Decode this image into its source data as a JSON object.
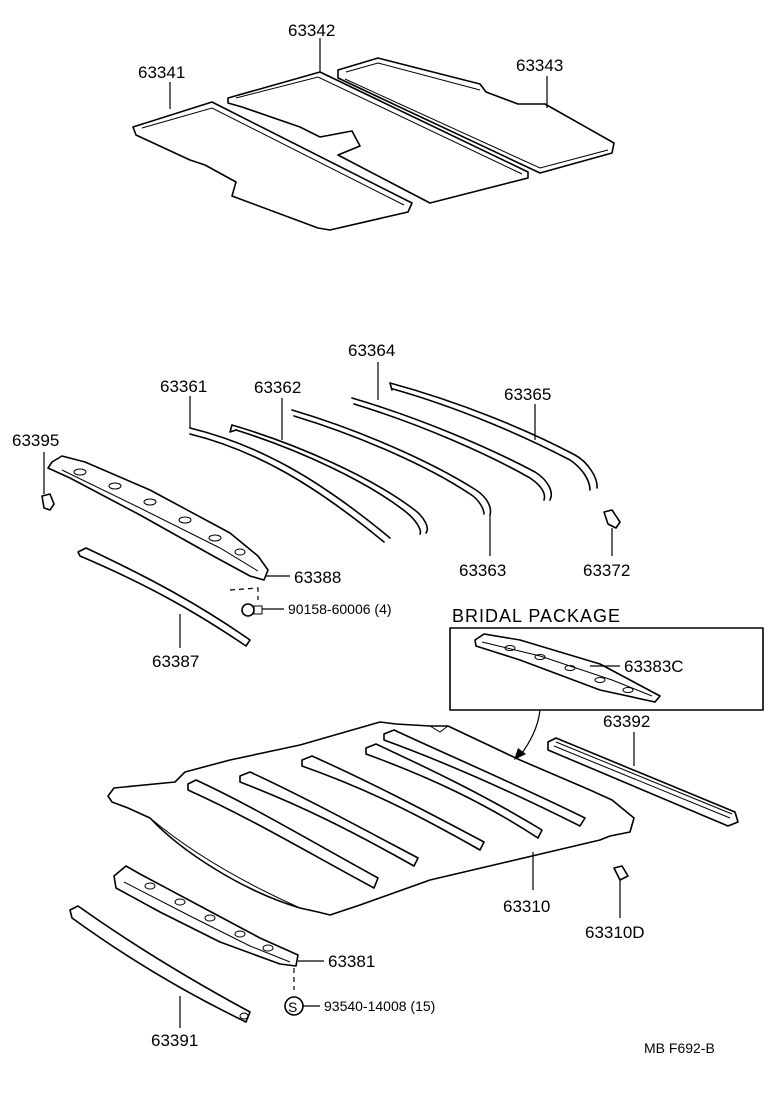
{
  "labels": {
    "p63341": "63341",
    "p63342": "63342",
    "p63343": "63343",
    "p63364": "63364",
    "p63361": "63361",
    "p63362": "63362",
    "p63365": "63365",
    "p63395": "63395",
    "p63388": "63388",
    "p90158": "90158-60006 (4)",
    "p63387": "63387",
    "p63363": "63363",
    "p63372": "63372",
    "p63383c": "63383C",
    "p63392": "63392",
    "p63310": "63310",
    "p63310d": "63310D",
    "p63381": "63381",
    "p93540": "93540-14008 (15)",
    "p63391": "63391"
  },
  "package_label": "BRIDAL PACKAGE",
  "screw_symbol": "S",
  "footer_code": "MB  F692-B"
}
